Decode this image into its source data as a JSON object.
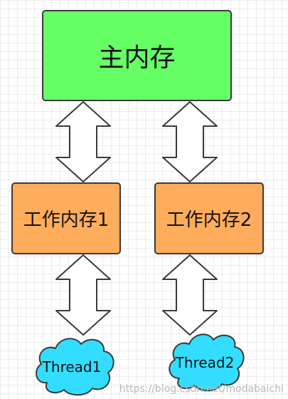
{
  "main_memory": {
    "label": "主内存"
  },
  "working_memories": [
    {
      "label": "工作内存1"
    },
    {
      "label": "工作内存2"
    }
  ],
  "threads": [
    {
      "label": "Thread1"
    },
    {
      "label": "Thread2"
    }
  ],
  "watermark": "https://blog.csdn.net/modabaichi",
  "colors": {
    "main_memory_fill": "#66ff66",
    "working_memory_fill": "#ffad5c",
    "thread_fill": "#33ddff",
    "arrow_fill": "#ffffff",
    "stroke": "#3a3a3a"
  }
}
